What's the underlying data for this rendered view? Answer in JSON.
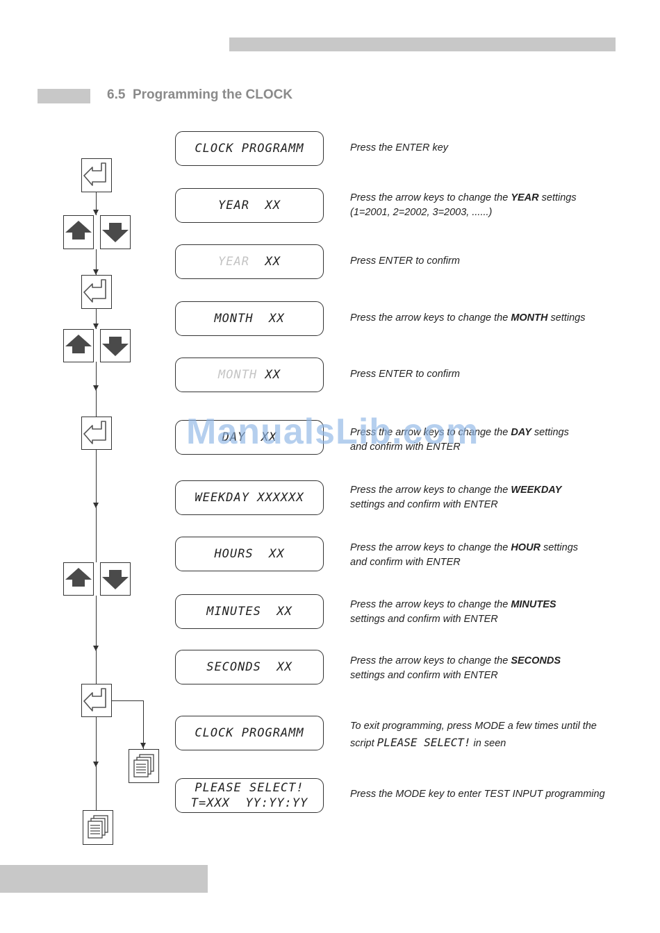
{
  "section": {
    "number": "6.5",
    "title": "Programming the CLOCK"
  },
  "watermark": "ManualsLib.com",
  "displays": [
    {
      "line1": "CLOCK PROGRAMM"
    },
    {
      "line1": "YEAR  XX"
    },
    {
      "dim": "YEAR",
      "rest": "  XX"
    },
    {
      "line1": "MONTH  XX"
    },
    {
      "dim": "MONTH",
      "rest": " XX"
    },
    {
      "line1": "DAY  XX"
    },
    {
      "line1": "WEEKDAY XXXXXX"
    },
    {
      "line1": "HOURS  XX"
    },
    {
      "line1": "MINUTES  XX"
    },
    {
      "line1": "SECONDS  XX"
    },
    {
      "line1": "CLOCK PROGRAMM"
    },
    {
      "line1": "PLEASE SELECT!",
      "line2": "T=XXX  YY:YY:YY"
    }
  ],
  "steps": {
    "s1": "Press the ENTER key",
    "s2_a": "Press the arrow keys to change the ",
    "s2_b": "YEAR",
    "s2_c": " settings",
    "s2_d": "(1=2001, 2=2002, 3=2003, ......)",
    "s3": "Press ENTER to confirm",
    "s4_a": "Press the arrow keys to change the ",
    "s4_b": "MONTH",
    "s4_c": " settings",
    "s5": "Press ENTER to confirm",
    "s6_a": "Press the arrow keys to change the ",
    "s6_b": "DAY",
    "s6_c": " settings",
    "s6_d": "and confirm with ENTER",
    "s7_a": "Press the arrow keys to change the ",
    "s7_b": "WEEKDAY",
    "s7_d": "settings and confirm with ENTER",
    "s8_a": "Press the arrow keys to change the ",
    "s8_b": "HOUR",
    "s8_c": " settings",
    "s8_d": "and confirm with ENTER",
    "s9_a": "Press the arrow keys to change the ",
    "s9_b": "MINUTES",
    "s9_d": "settings and confirm with ENTER",
    "s10_a": "Press the arrow keys to change the ",
    "s10_b": "SECONDS",
    "s10_d": "settings and confirm with ENTER",
    "s11_a": "To exit programming, press MODE a few times until the",
    "s11_b": "script ",
    "s11_c": "PLEASE SELECT!",
    "s11_d": " in seen",
    "s12": "Press the MODE key to enter TEST INPUT programming"
  },
  "icons": {
    "enter": "enter-key-icon",
    "up": "arrow-up-key-icon",
    "down": "arrow-down-key-icon",
    "mode": "mode-key-icon"
  },
  "colors": {
    "bar": "#c8c8c8",
    "title": "#8a8a8a",
    "key_fill": "#4a4a4a",
    "watermark": "#8fb6e6"
  }
}
